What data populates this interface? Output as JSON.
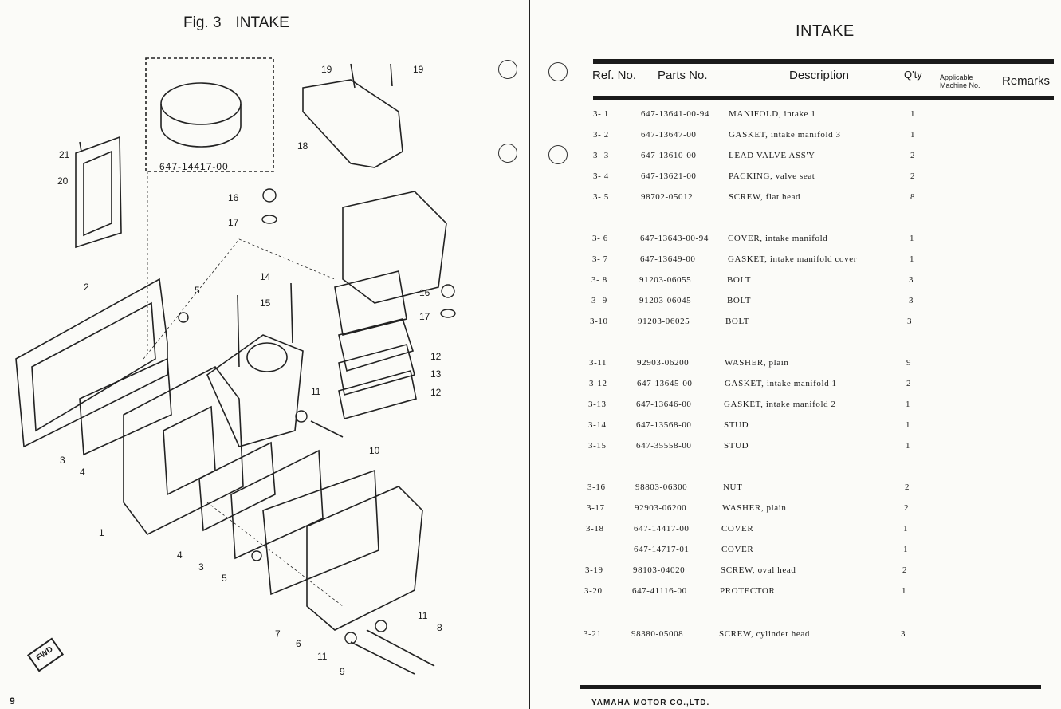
{
  "left_page": {
    "figure_title": "Fig. 3",
    "figure_name": "INTAKE",
    "inset_part_number": "647-14417-00",
    "page_number": "9",
    "fwd_label": "FWD",
    "callouts": [
      "19",
      "19",
      "18",
      "21",
      "20",
      "16",
      "17",
      "14",
      "15",
      "2",
      "5",
      "16",
      "17",
      "12",
      "13",
      "12",
      "11",
      "10",
      "3",
      "4",
      "1",
      "4",
      "3",
      "5",
      "7",
      "6",
      "11",
      "9",
      "11",
      "8"
    ]
  },
  "right_page": {
    "title": "INTAKE",
    "headers": {
      "ref": "Ref. No.",
      "part": "Parts No.",
      "desc": "Description",
      "qty": "Q'ty",
      "applicable": "Applicable Machine No.",
      "remarks": "Remarks"
    },
    "rows": [
      {
        "ref": "3- 1",
        "part": "647-13641-00-94",
        "desc": "MANIFOLD, intake 1",
        "qty": "1"
      },
      {
        "ref": "3- 2",
        "part": "647-13647-00",
        "desc": "GASKET, intake manifold 3",
        "qty": "1"
      },
      {
        "ref": "3- 3",
        "part": "647-13610-00",
        "desc": "LEAD VALVE ASS'Y",
        "qty": "2"
      },
      {
        "ref": "3- 4",
        "part": "647-13621-00",
        "desc": "PACKING, valve seat",
        "qty": "2"
      },
      {
        "ref": "3- 5",
        "part": "98702-05012",
        "desc": "SCREW, flat head",
        "qty": "8"
      },
      {
        "ref": "3- 6",
        "part": "647-13643-00-94",
        "desc": "COVER, intake manifold",
        "qty": "1"
      },
      {
        "ref": "3- 7",
        "part": "647-13649-00",
        "desc": "GASKET, intake manifold cover",
        "qty": "1"
      },
      {
        "ref": "3- 8",
        "part": "91203-06055",
        "desc": "BOLT",
        "qty": "3"
      },
      {
        "ref": "3- 9",
        "part": "91203-06045",
        "desc": "BOLT",
        "qty": "3"
      },
      {
        "ref": "3-10",
        "part": "91203-06025",
        "desc": "BOLT",
        "qty": "3"
      },
      {
        "ref": "3-11",
        "part": "92903-06200",
        "desc": "WASHER, plain",
        "qty": "9"
      },
      {
        "ref": "3-12",
        "part": "647-13645-00",
        "desc": "GASKET, intake manifold 1",
        "qty": "2"
      },
      {
        "ref": "3-13",
        "part": "647-13646-00",
        "desc": "GASKET, intake manifold 2",
        "qty": "1"
      },
      {
        "ref": "3-14",
        "part": "647-13568-00",
        "desc": "STUD",
        "qty": "1"
      },
      {
        "ref": "3-15",
        "part": "647-35558-00",
        "desc": "STUD",
        "qty": "1"
      },
      {
        "ref": "3-16",
        "part": "98803-06300",
        "desc": "NUT",
        "qty": "2"
      },
      {
        "ref": "3-17",
        "part": "92903-06200",
        "desc": "WASHER, plain",
        "qty": "2"
      },
      {
        "ref": "3-18",
        "part": "647-14417-00",
        "desc": "COVER",
        "qty": "1"
      },
      {
        "ref": "",
        "part": "647-14717-01",
        "desc": "COVER",
        "qty": "1"
      },
      {
        "ref": "3-19",
        "part": "98103-04020",
        "desc": "SCREW, oval head",
        "qty": "2"
      },
      {
        "ref": "3-20",
        "part": "647-41116-00",
        "desc": "PROTECTOR",
        "qty": "1"
      },
      {
        "ref": "3-21",
        "part": "98380-05008",
        "desc": "SCREW, cylinder head",
        "qty": "3"
      }
    ],
    "footer": "YAMAHA MOTOR CO.,LTD."
  }
}
